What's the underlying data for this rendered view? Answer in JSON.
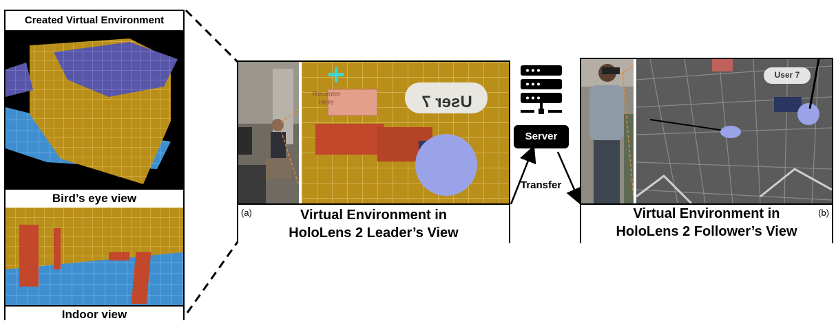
{
  "left_panel": {
    "title": "Created Virtual Environment",
    "birdseye_caption": "Bird’s eye view",
    "indoor_caption": "Indoor view"
  },
  "leader": {
    "tag": "(a)",
    "caption_line1": "Virtual Environment in",
    "caption_line2": "HoloLens 2 Leader’s View",
    "user_label": "User 7",
    "recenter_line1": "Recenter",
    "recenter_line2": "Here"
  },
  "server": {
    "label": "Server",
    "transfer_label": "Transfer"
  },
  "follower": {
    "tag": "(b)",
    "caption_line1": "Virtual Environment in",
    "caption_line2": "HoloLens 2 Follower’s View",
    "user_label": "User 7"
  },
  "colors": {
    "grid_gold": "#b98f1a",
    "floor_blue": "#3f8fd0",
    "roof_purple": "#5856a8",
    "avatar_blue": "#9aa3e8",
    "wall_red": "#c3472a"
  }
}
